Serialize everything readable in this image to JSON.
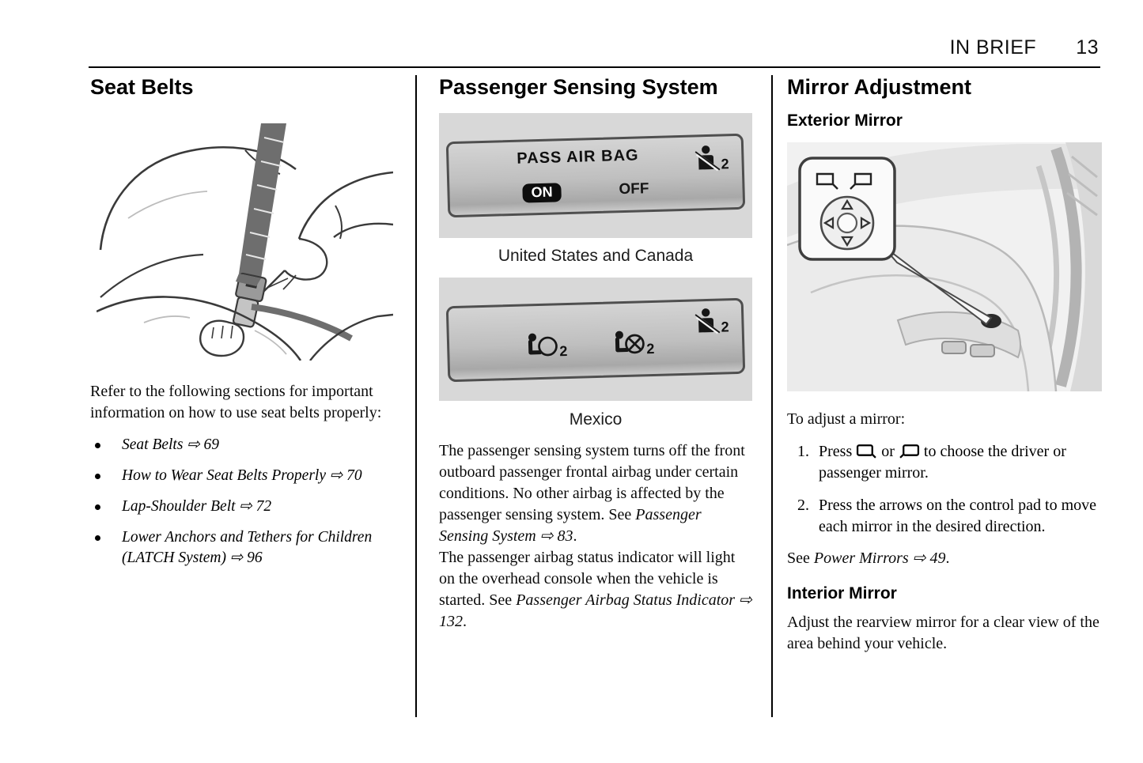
{
  "header": {
    "section": "IN BRIEF",
    "page": "13"
  },
  "seat_belts": {
    "title": "Seat Belts",
    "intro": "Refer to the following sections for important information on how to use seat belts properly:",
    "bullets": [
      "Seat Belts ⇨ 69",
      "How to Wear Seat Belts Properly ⇨ 70",
      "Lap-Shoulder Belt ⇨ 72",
      "Lower Anchors and Tethers for Children (LATCH System) ⇨ 96"
    ]
  },
  "passenger_sensing": {
    "title": "Passenger Sensing System",
    "us_panel": {
      "label": "PASS AIR BAG",
      "on": "ON",
      "off": "OFF",
      "belt_icon_number": "2"
    },
    "us_caption": "United States and Canada",
    "mx_panel": {
      "airbag_on_number": "2",
      "airbag_off_number": "2",
      "belt_icon_number": "2"
    },
    "mx_caption": "Mexico",
    "para1": {
      "text": "The passenger sensing system turns off the front outboard passenger frontal airbag under certain conditions. No other airbag is affected by the passenger sensing system. See",
      "ref": "Passenger Sensing System ⇨ 83",
      "end": "."
    },
    "para2": {
      "text": "The passenger airbag status indicator will light on the overhead console when the vehicle is started. See",
      "ref": "Passenger Airbag Status Indicator",
      "ref2": "⇨ 132",
      "end": "."
    }
  },
  "mirror_adjustment": {
    "title": "Mirror Adjustment",
    "exterior_heading": "Exterior Mirror",
    "adjust_intro": "To adjust a mirror:",
    "step1": {
      "num": "1.",
      "press": "Press",
      "or": "or",
      "rest": "to choose the driver or passenger mirror."
    },
    "step2": {
      "num": "2.",
      "text": "Press the arrows on the control pad to move each mirror in the desired direction."
    },
    "power_mirrors": {
      "text": "See",
      "ref": "Power Mirrors ⇨ 49",
      "end": "."
    },
    "interior_heading": "Interior Mirror",
    "interior_text": "Adjust the rearview mirror for a clear view of the area behind your vehicle."
  }
}
